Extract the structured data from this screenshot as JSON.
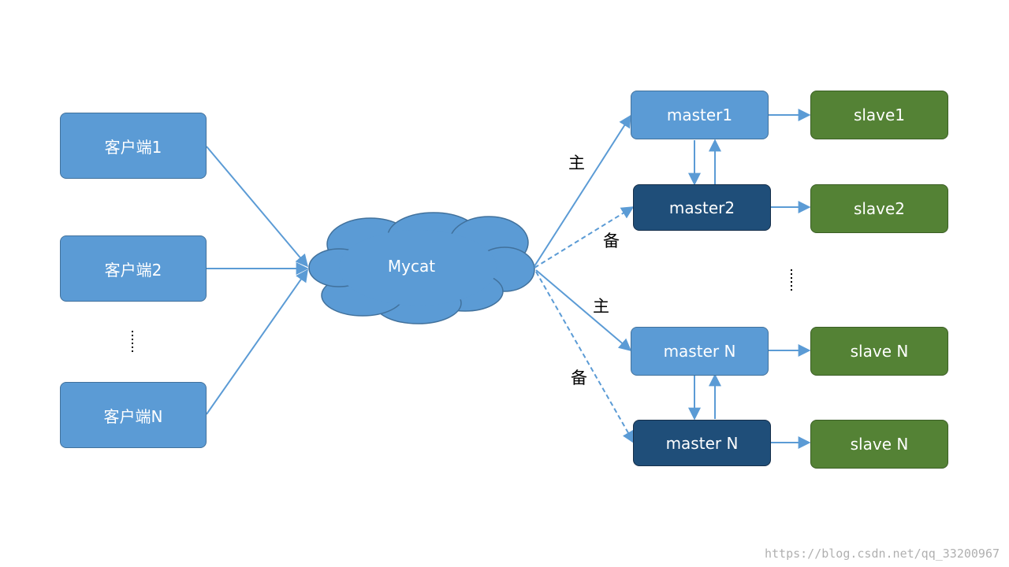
{
  "clients": [
    "客户端1",
    "客户端2",
    "客户端N"
  ],
  "proxy": "Mycat",
  "masters": [
    "master1",
    "master2",
    "master N",
    "master N"
  ],
  "slaves": [
    "slave1",
    "slave2",
    "slave N",
    "slave N"
  ],
  "route_labels": {
    "primary_top": "主",
    "backup_top": "备",
    "primary_bottom": "主",
    "backup_bottom": "备"
  },
  "watermark": "https://blog.csdn.net/qq_33200967",
  "colors": {
    "node_blue": "#5b9bd5",
    "node_dark": "#1f4e79",
    "node_green": "#548235",
    "line": "#5b9bd5"
  }
}
